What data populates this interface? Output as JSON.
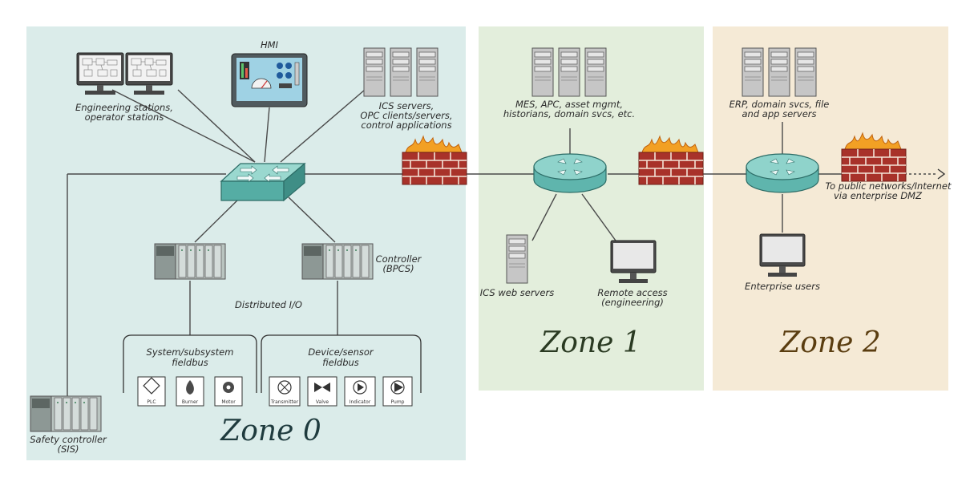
{
  "zones": [
    {
      "name": "Zone 0",
      "color": "#dbecea",
      "text_color": "#1f3b3e"
    },
    {
      "name": "Zone 1",
      "color": "#e3eedc",
      "text_color": "#2a3a22"
    },
    {
      "name": "Zone 2",
      "color": "#f5ead6",
      "text_color": "#5a3d10"
    }
  ],
  "labels": {
    "hmi": "HMI",
    "eng_stations": [
      "Engineering stations,",
      "operator stations"
    ],
    "ics_servers": [
      "ICS servers,",
      "OPC clients/servers,",
      "control applications"
    ],
    "controller": [
      "Controller",
      "(BPCS)"
    ],
    "distributed_io": "Distributed I/O",
    "system_fieldbus": [
      "System/subsystem",
      "fieldbus"
    ],
    "device_fieldbus": [
      "Device/sensor",
      "fieldbus"
    ],
    "safety_controller": [
      "Safety controller",
      "(SIS)"
    ],
    "mes": [
      "MES, APC, asset mgmt,",
      "historians, domain svcs, etc."
    ],
    "ics_web": "ICS web servers",
    "remote_access": [
      "Remote access",
      "(engineering)"
    ],
    "erp": [
      "ERP, domain svcs, file",
      "and app servers"
    ],
    "enterprise_users": "Enterprise users",
    "public_net": [
      "To public networks/Internet",
      "via enterprise DMZ"
    ]
  },
  "devices": [
    "PLC",
    "Burner",
    "Motor",
    "Transmitter",
    "Valve",
    "Indicator",
    "Pump"
  ],
  "icons": [
    "workstation-icon",
    "hmi-panel-icon",
    "server-rack-icon",
    "network-switch-icon",
    "firewall-icon",
    "router-icon",
    "controller-rack-icon",
    "monitor-icon"
  ]
}
